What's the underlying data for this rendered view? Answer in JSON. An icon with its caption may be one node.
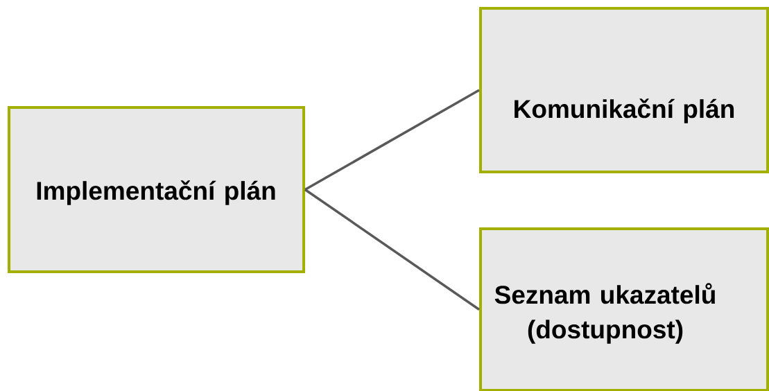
{
  "diagram": {
    "nodes": [
      {
        "text": [
          "Implementační plán"
        ]
      },
      {
        "text": [
          "Komunikační plán"
        ]
      },
      {
        "text": [
          "Seznam ukazatelů (dostupnost)"
        ]
      }
    ],
    "edges": [
      {
        "from": 0,
        "to": 1,
        "arrow": "none"
      },
      {
        "from": 0,
        "to": 2,
        "arrow": "none"
      }
    ]
  }
}
